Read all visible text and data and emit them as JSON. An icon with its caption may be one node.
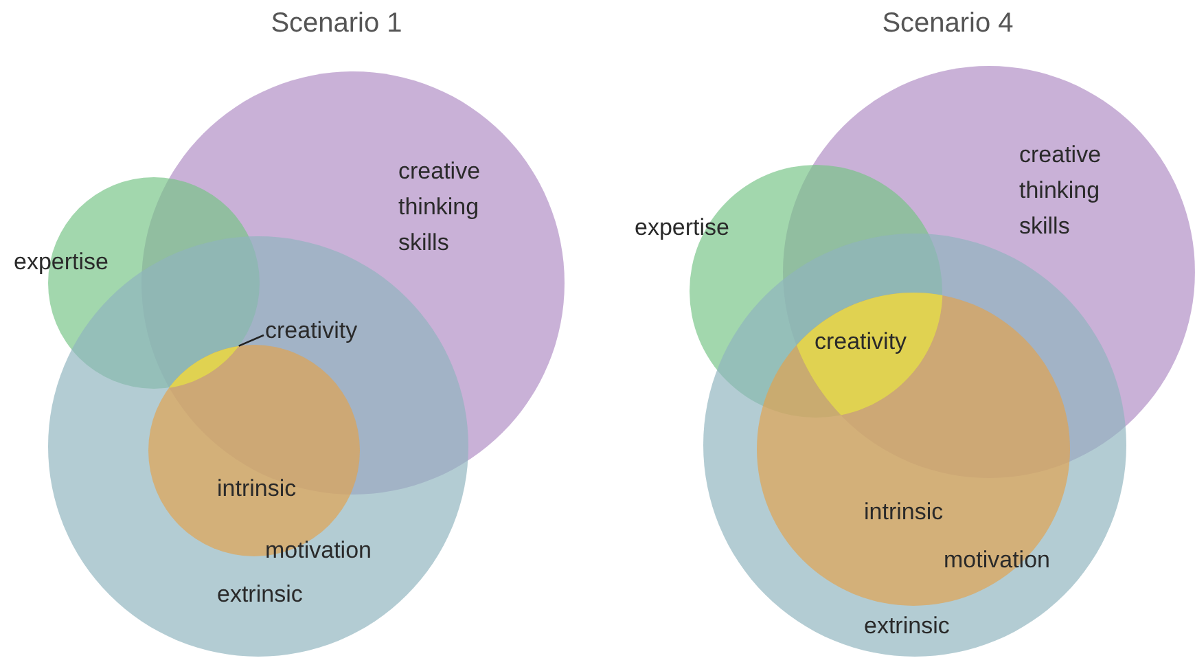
{
  "diagram": {
    "nodes": [
      {
        "text": [
          "creative thinking skills"
        ]
      },
      {
        "text": [
          "expertise"
        ]
      },
      {
        "text": [
          "extrinsic"
        ]
      },
      {
        "text": [
          "intrinsic"
        ],
        "in": 2
      },
      {
        "text": [],
        "shape": "lens"
      },
      {
        "text": [
          "creativity"
        ]
      },
      {
        "text": [
          "creative thinking skills"
        ]
      },
      {
        "text": [
          "expertise"
        ]
      },
      {
        "text": [
          "extrinsic"
        ]
      },
      {
        "text": [
          "intrinsic"
        ],
        "in": 8
      },
      {
        "text": [
          "creativity"
        ]
      }
    ],
    "edges": [
      {
        "from": 5,
        "to": 4,
        "arrow": "none"
      }
    ],
    "labels": [
      "Scenario 1",
      "Scenario 4",
      "motivation",
      "motivation"
    ]
  }
}
